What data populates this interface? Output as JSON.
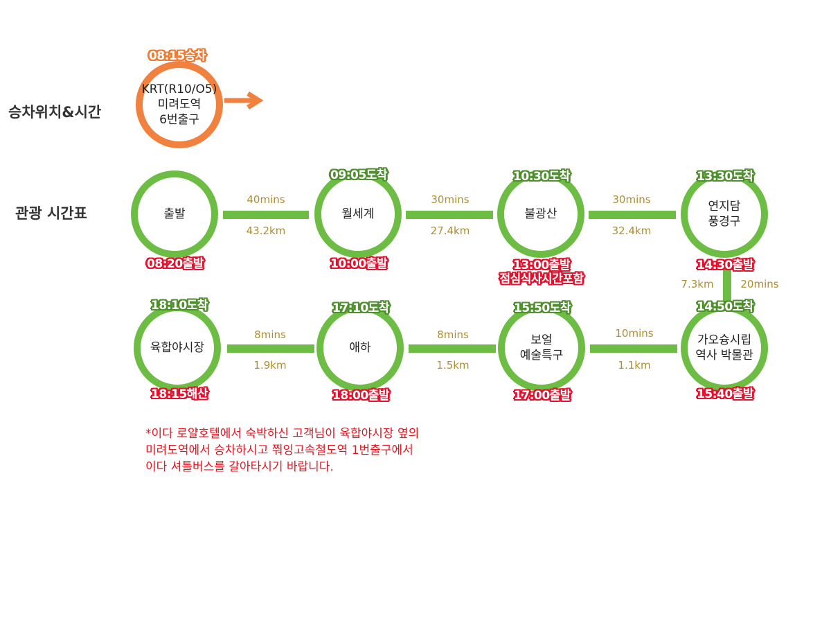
{
  "pickup": {
    "heading": "승차위치&시간",
    "time": "08:15승차",
    "location": "KRT(R10/O5)\n미려도역\n6번출구"
  },
  "schedule": {
    "heading": "관광 시간표",
    "stops": [
      {
        "name": "출발",
        "depart": "08:20출발"
      },
      {
        "name": "월세계",
        "arrive": "09:05도착",
        "depart": "10:00출발"
      },
      {
        "name": "불광산",
        "arrive": "10:30도착",
        "depart": "13:00출발",
        "note": "점심식사시간포함"
      },
      {
        "name": "연지담\n풍경구",
        "arrive": "13:30도착",
        "depart": "14:30출발"
      },
      {
        "name": "가오슝시립\n역사 박물관",
        "arrive": "14:50도착",
        "depart": "15:40출발"
      },
      {
        "name": "보얼\n예술특구",
        "arrive": "15:50도착",
        "depart": "17:00출발"
      },
      {
        "name": "애하",
        "arrive": "17:10도착",
        "depart": "18:00출발"
      },
      {
        "name": "육합야시장",
        "arrive": "18:10도착",
        "depart": "18:15해산"
      }
    ],
    "legs": [
      {
        "time": "40mins",
        "dist": "43.2km"
      },
      {
        "time": "30mins",
        "dist": "27.4km"
      },
      {
        "time": "30mins",
        "dist": "32.4km"
      },
      {
        "time": "20mins",
        "dist": "7.3km"
      },
      {
        "time": "10mins",
        "dist": "1.1km"
      },
      {
        "time": "8mins",
        "dist": "1.5km"
      },
      {
        "time": "8mins",
        "dist": "1.9km"
      }
    ]
  },
  "note": "*이다 로얄호텔에서 숙박하신 고객님이 육합야시장 옆의\n미려도역에서 승차하시고 쭤잉고속철도역 1번출구에서\n이다 셔틀버스를 갈아타시기 바랍니다.",
  "colors": {
    "green": "#6dbd45",
    "orange": "#f0813f",
    "red": "#e3112d",
    "gold": "#b08d2e"
  }
}
